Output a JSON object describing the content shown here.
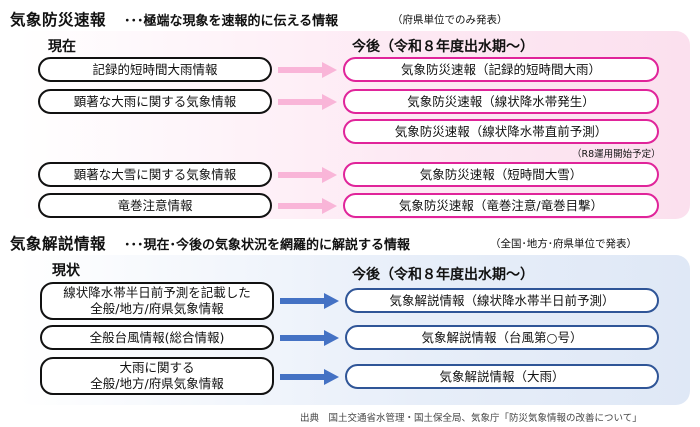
{
  "section1": {
    "title": "気象防災速報",
    "description": "･･･極端な現象を速報的に伝える情報",
    "note": "（府県単位でのみ発表）",
    "current_heading": "現在",
    "future_heading": "今後（令和８年度出水期～）",
    "current_items": [
      "記録的短時間大雨情報",
      "顕著な大雨に関する気象情報",
      "顕著な大雪に関する気象情報",
      "竜巻注意情報"
    ],
    "future_items": [
      "気象防災速報（記録的短時間大雨）",
      "気象防災速報（線状降水帯発生）",
      "気象防災速報（線状降水帯直前予測）",
      "気象防災速報（短時間大雪）",
      "気象防災速報（竜巻注意/竜巻目撃）"
    ],
    "future_note": "（R8運用開始予定）",
    "colors": {
      "border": "#e0249a",
      "arrow": "#f9b5d8",
      "panel": "#fbe0ee"
    }
  },
  "section2": {
    "title": "気象解説情報",
    "description": "･･･現在･今後の気象状況を網羅的に解説する情報",
    "note": "（全国･地方･府県単位で発表）",
    "current_heading": "現状",
    "future_heading": "今後（令和８年度出水期～）",
    "current_items": [
      "線状降水帯半日前予測を記載した\n全般/地方/府県気象情報",
      "全般台風情報(総合情報)",
      "大雨に関する\n全般/地方/府県気象情報"
    ],
    "future_items": [
      "気象解説情報（線状降水帯半日前予測）",
      "気象解説情報（台風第○号）",
      "気象解説情報（大雨）"
    ],
    "colors": {
      "border": "#2f5597",
      "arrow": "#4472c4",
      "panel": "#dfe8f6"
    }
  },
  "footer": "出典　国土交通省水管理・国土保全局、気象庁「防災気象情報の改善について」"
}
